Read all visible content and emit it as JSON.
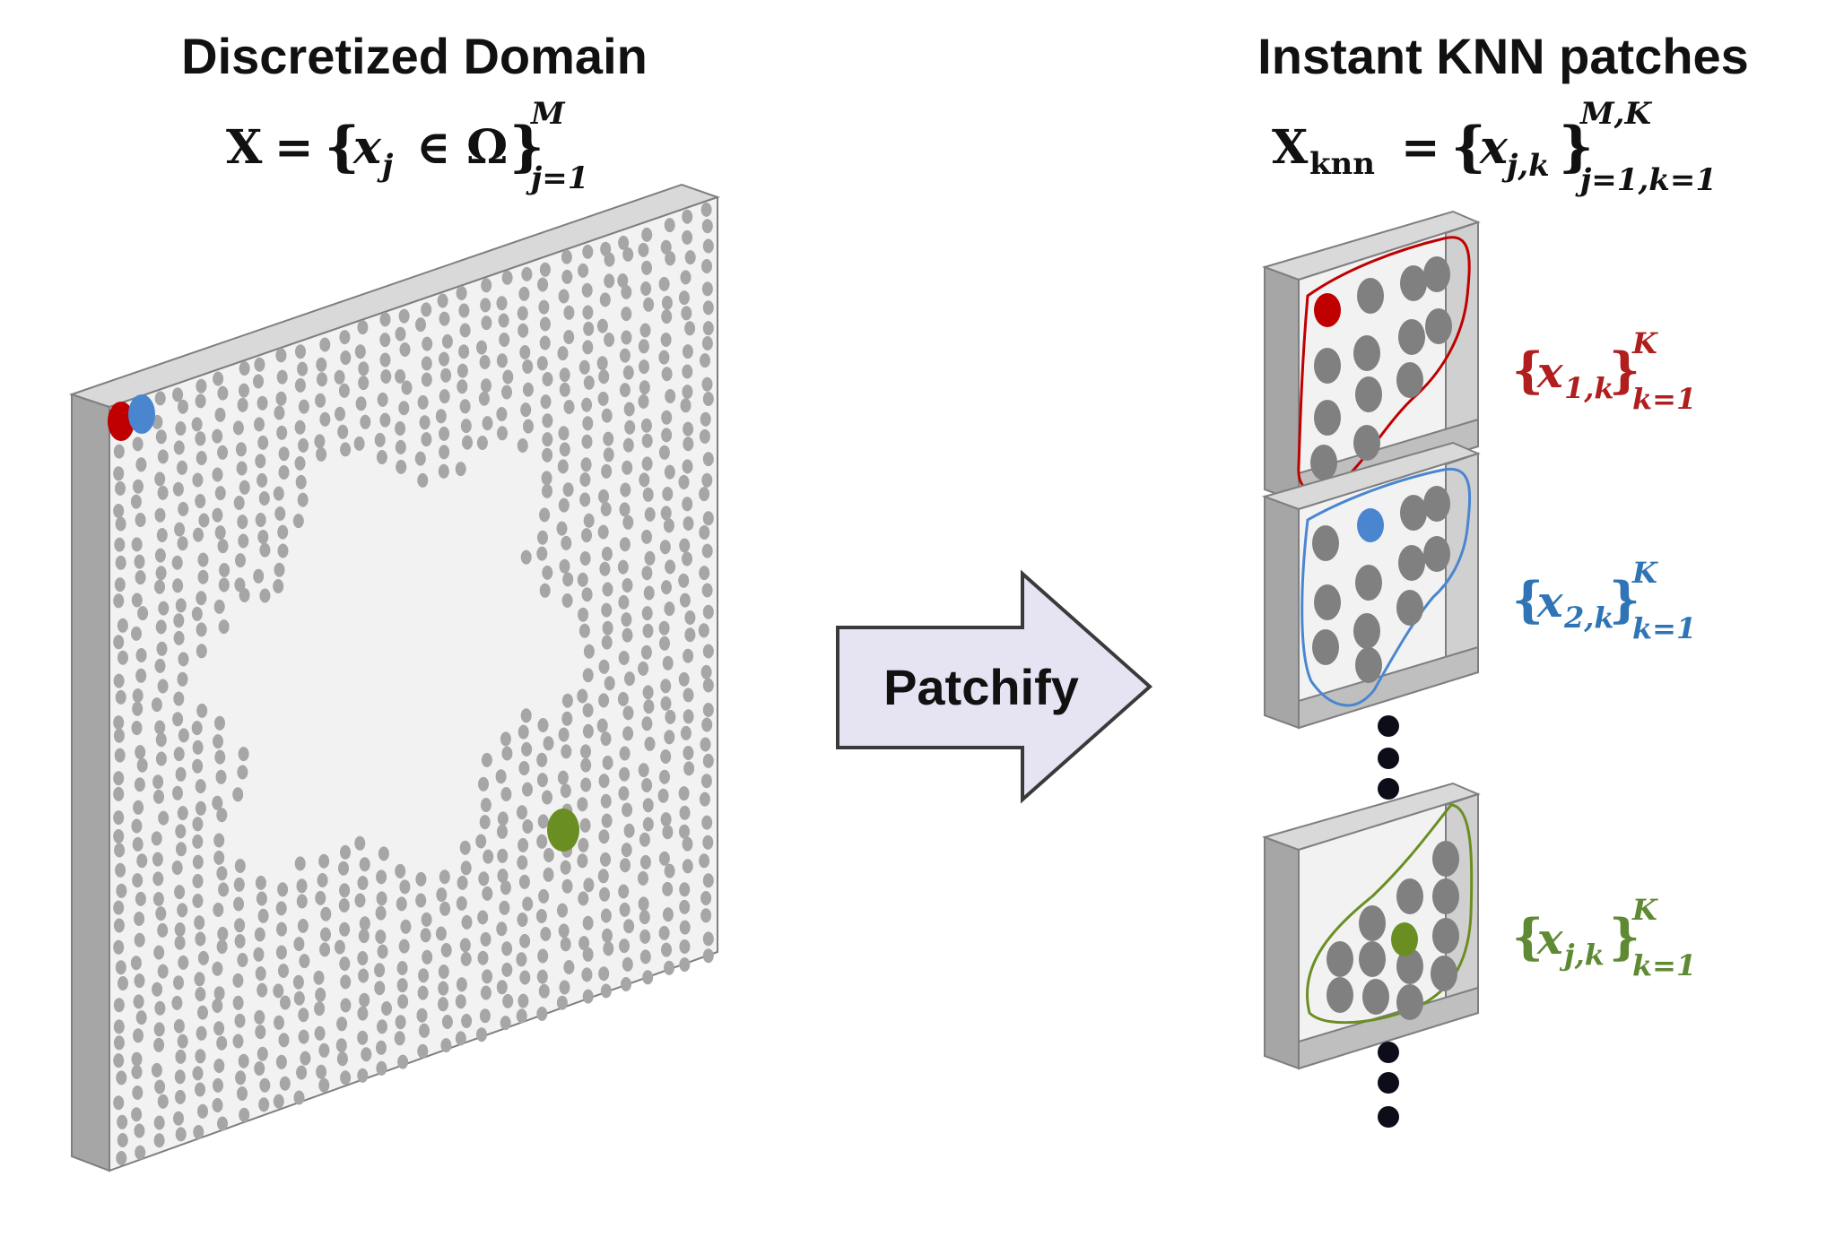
{
  "left_panel": {
    "title": "Discretized Domain",
    "formula": {
      "lhs": "X",
      "eq": "=",
      "open": "{",
      "var": "x",
      "sub_var": "j",
      "member": "∈",
      "set": "Ω",
      "close": "}",
      "sup": "M",
      "sub": "j=1"
    }
  },
  "arrow": {
    "label": "Patchify"
  },
  "right_panel": {
    "title": "Instant KNN patches",
    "formula": {
      "lhs": "X",
      "lhs_sub": "knn",
      "eq": "=",
      "open": "{",
      "var": "x",
      "sub_var": "j,k",
      "close": "}",
      "sup": "M,K",
      "sub": "j=1,k=1"
    },
    "patches": [
      {
        "label_open": "{",
        "var": "x",
        "sub_var": "1,k",
        "label_close": "}",
        "sup": "K",
        "sub": "k=1",
        "color": "#b01e1e"
      },
      {
        "label_open": "{",
        "var": "x",
        "sub_var": "2,k",
        "label_close": "}",
        "sup": "K",
        "sub": "k=1",
        "color": "#2f75b5"
      },
      {
        "label_open": "{",
        "var": "x",
        "sub_var": "j,k",
        "label_close": "}",
        "sup": "K",
        "sub": "k=1",
        "color": "#5f8a34"
      }
    ]
  },
  "colors": {
    "point_gray": "#a6a6a6",
    "patch_point_gray": "#808080",
    "panel_face": "#f2f2f2",
    "panel_side": "#a6a6a6",
    "arrow_fill": "#e6e3f3",
    "highlight_red": "#c00000",
    "highlight_blue": "#4a86d0",
    "highlight_green": "#6b8e23"
  }
}
